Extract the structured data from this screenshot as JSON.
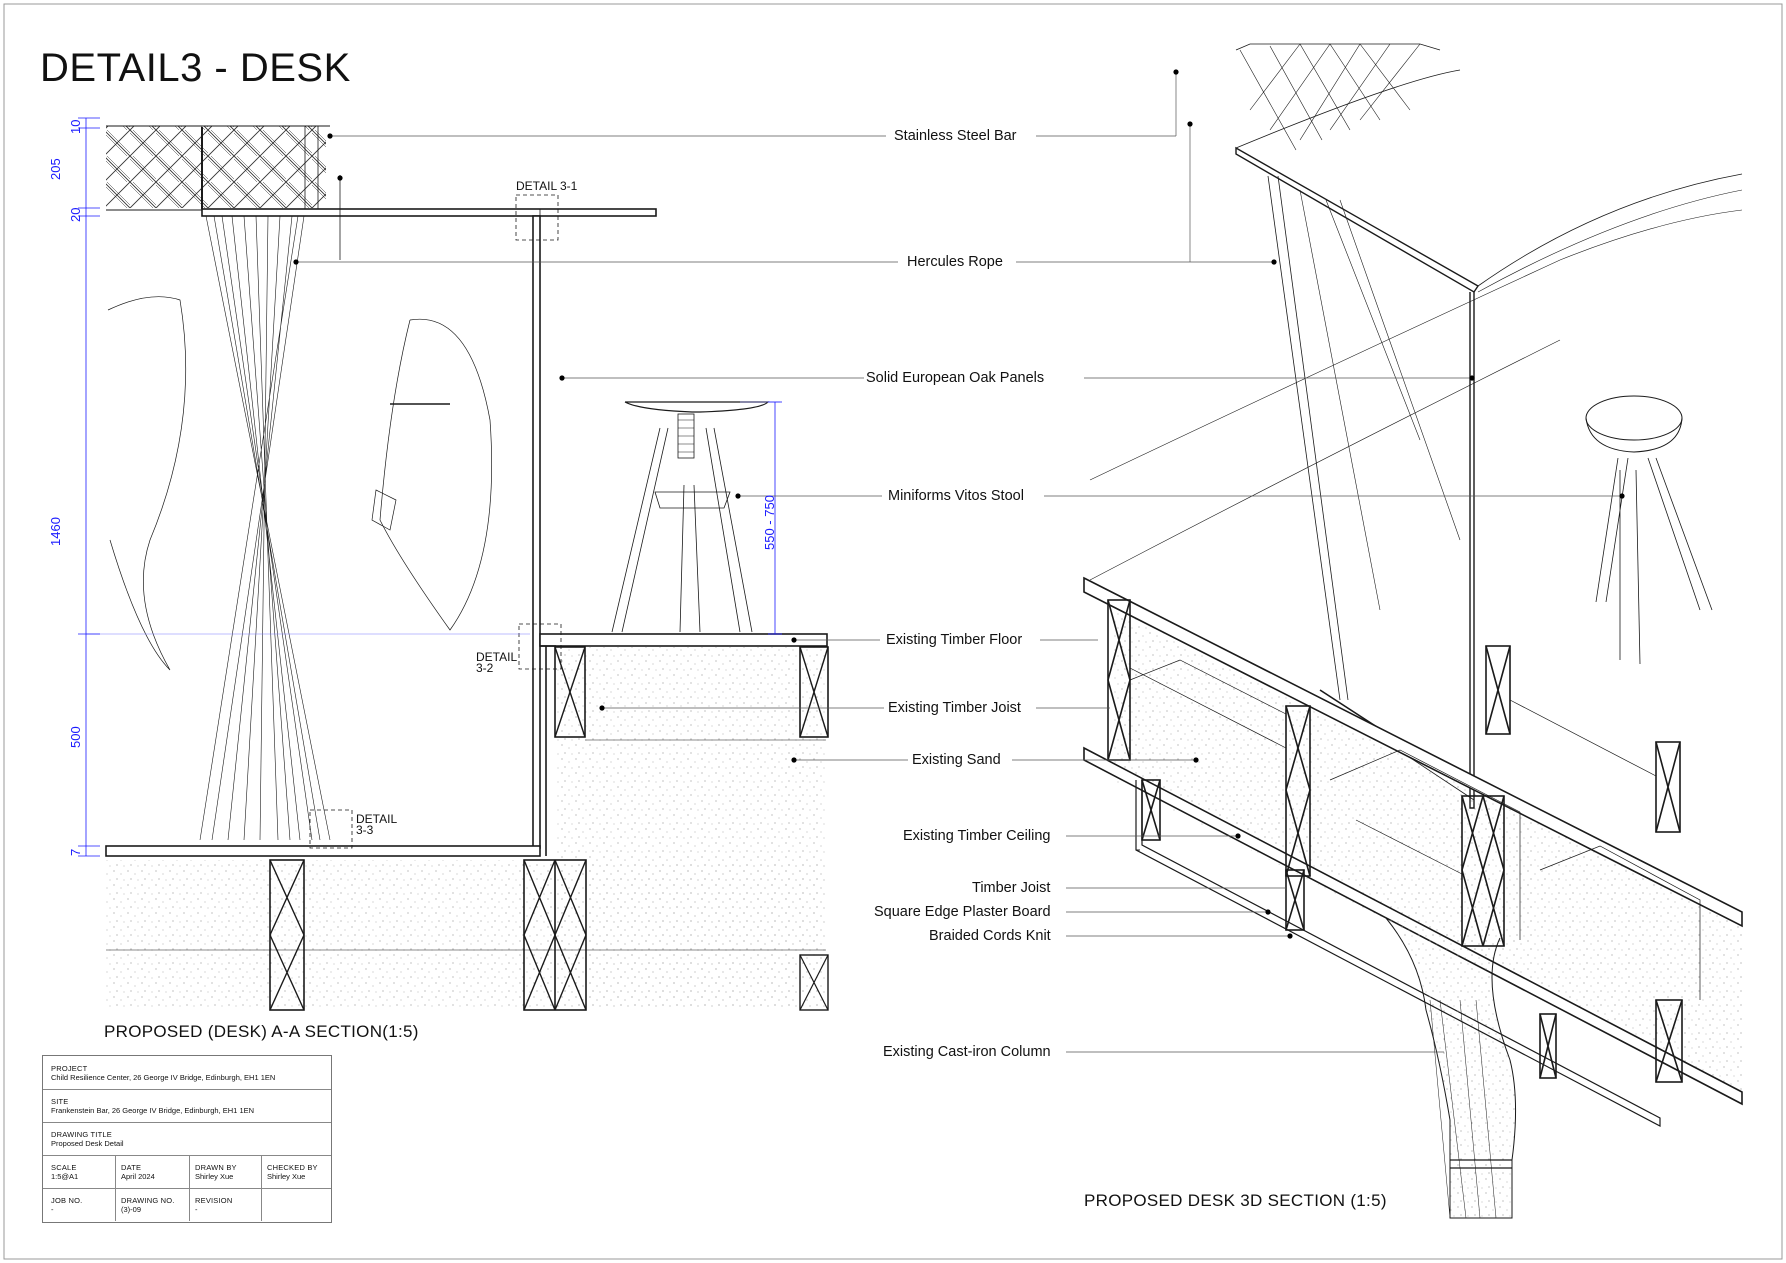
{
  "title": "DETAIL3 - DESK",
  "labels": [
    {
      "id": "stainless-steel-bar",
      "text": "Stainless Steel Bar"
    },
    {
      "id": "hercules-rope",
      "text": "Hercules Rope"
    },
    {
      "id": "solid-oak-panels",
      "text": "Solid European Oak Panels"
    },
    {
      "id": "vitos-stool",
      "text": "Miniforms Vitos Stool"
    },
    {
      "id": "timber-floor",
      "text": "Existing Timber Floor"
    },
    {
      "id": "timber-joist",
      "text": "Existing Timber Joist"
    },
    {
      "id": "existing-sand",
      "text": "Existing Sand"
    },
    {
      "id": "timber-ceiling",
      "text": "Existing Timber Ceiling"
    },
    {
      "id": "timber-joist-2",
      "text": "Timber Joist"
    },
    {
      "id": "plaster-board",
      "text": "Square Edge Plaster Board"
    },
    {
      "id": "braided-cords",
      "text": "Braided Cords Knit"
    },
    {
      "id": "cast-iron-column",
      "text": "Existing Cast-iron Column"
    }
  ],
  "details": {
    "d31": "DETAIL 3-1",
    "d32a": "DETAIL",
    "d32b": "3-2",
    "d33a": "DETAIL",
    "d33b": "3-3"
  },
  "dimensions": {
    "d10": "10",
    "d205": "205",
    "d20": "20",
    "d1460": "1460",
    "d500": "500",
    "d7": "7",
    "d550": "550 - 750"
  },
  "captions": {
    "section": "PROPOSED (DESK) A-A SECTION(1:5)",
    "section3d": "PROPOSED DESK 3D SECTION (1:5)"
  },
  "title_block": {
    "project_label": "PROJECT",
    "project": "Child Resilience Center, 26 George IV Bridge, Edinburgh, EH1 1EN",
    "site_label": "SITE",
    "site": "Frankenstein Bar, 26 George IV Bridge, Edinburgh, EH1 1EN",
    "drawing_title_label": "DRAWING TITLE",
    "drawing_title": "Proposed Desk Detail",
    "scale_label": "SCALE",
    "scale": "1:5@A1",
    "date_label": "DATE",
    "date": "April 2024",
    "drawn_by_label": "DRAWN BY",
    "drawn_by": "Shirley Xue",
    "checked_by_label": "CHECKED BY",
    "checked_by": "Shirley Xue",
    "job_no_label": "JOB NO.",
    "job_no": "-",
    "drawing_no_label": "DRAWING NO.",
    "drawing_no": "(3)-09",
    "revision_label": "REVISION",
    "revision": "-"
  },
  "colors": {
    "line": "#1a1a1a",
    "dimension": "#1a1aff",
    "sand_dots": "#9a9a9a"
  }
}
